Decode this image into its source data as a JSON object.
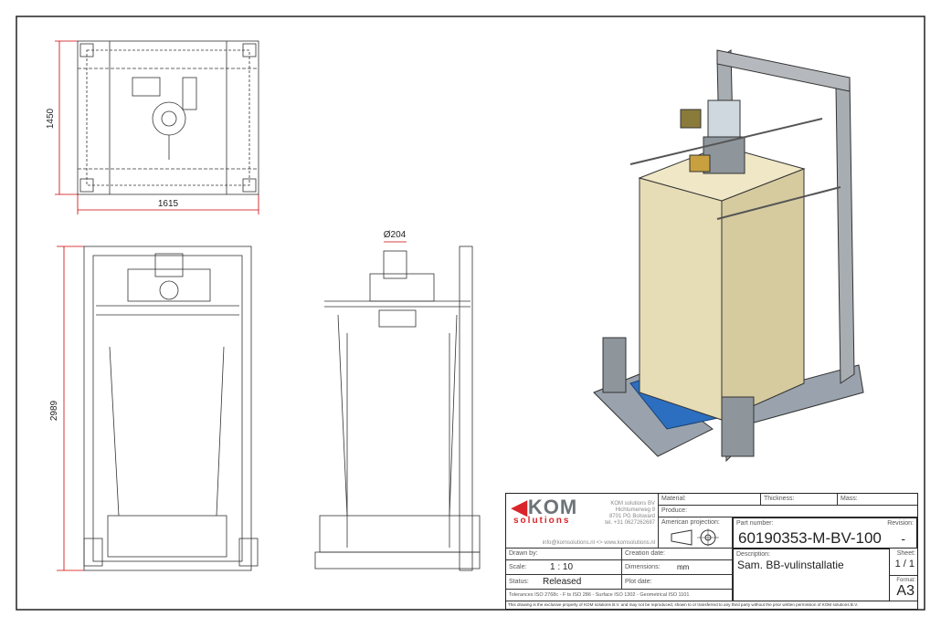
{
  "views": {
    "top": {
      "dim_height": "1450",
      "dim_width": "1615"
    },
    "front": {
      "dim_height": "2989"
    },
    "side": {
      "dim_diameter": "Ø204"
    }
  },
  "title_block": {
    "logo_text": "KOM",
    "logo_sub": "solutions",
    "company": [
      "KOM solutions BV",
      "Hichtumerweg 9",
      "8701 PG Bolsward",
      "tel. +31 0627262687"
    ],
    "contact": "info@komsolutions.nl  <> www.komsolutions.nl",
    "material_label": "Material:",
    "thickness_label": "Thickness:",
    "mass_label": "Mass:",
    "produce_label": "Produce:",
    "projection_label": "American projection:",
    "part_number_label": "Part number:",
    "part_number": "60190353-M-BV-100",
    "revision_label": "Revision:",
    "revision": "-",
    "drawn_by_label": "Drawn by:",
    "creation_date_label": "Creation date:",
    "scale_label": "Scale:",
    "scale": "1 : 10",
    "dimensions_label": "Dimensions:",
    "dimensions": "mm",
    "status_label": "Status:",
    "status": "Released",
    "plot_date_label": "Plot date:",
    "description_label": "Description:",
    "description": "Sam. BB-vulinstallatie",
    "sheet_label": "Sheet:",
    "sheet": "1 / 1",
    "format_label": "Format:",
    "format": "A3",
    "tolerances": "Tolerances ISO 2768c - F ts ISO 286 - Surface ISO 1302 - Geometrical ISO 1101",
    "disclaimer": "This drawing is the exclusive property of KOM solutions B.V. and may not be reproduced, shown to or transferred to any third party without the prior written permission of KOM solutions B.V.",
    "colors": {
      "brand_red": "#d9252a",
      "brand_gray": "#6d7378"
    }
  }
}
